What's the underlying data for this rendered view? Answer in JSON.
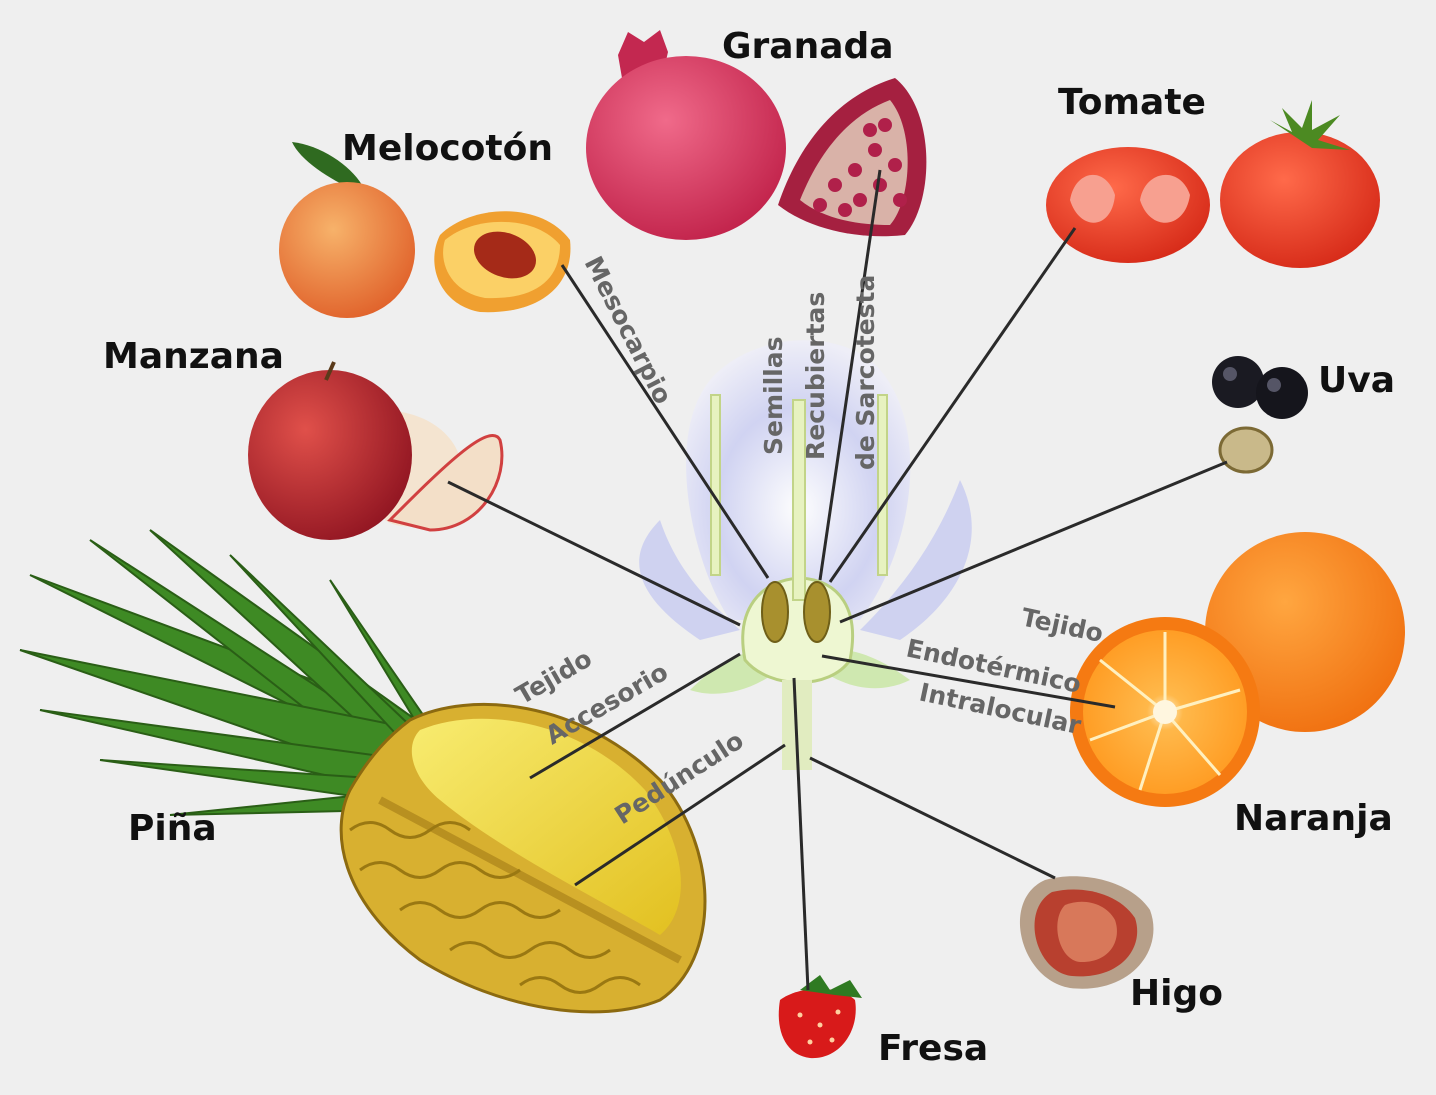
{
  "fruits": {
    "granada": "Granada",
    "melocoton": "Melocotón",
    "tomate": "Tomate",
    "manzana": "Manzana",
    "uva": "Uva",
    "pina": "Piña",
    "naranja": "Naranja",
    "higo": "Higo",
    "fresa": "Fresa"
  },
  "parts": {
    "mesocarpio": "Mesocarpio",
    "semillas": "Semillas",
    "recubiertas": "Recubiertas",
    "de_sarcotesta": "de Sarcotesta",
    "tejido_accesorio_1": "Tejido",
    "tejido_accesorio_2": "Accesorio",
    "pedunculo": "Pedúnculo",
    "tejido_endo_1": "Tejido",
    "tejido_endo_2": "Endotérmico",
    "tejido_endo_3": "Intralocular"
  },
  "colors": {
    "background": "#efefef",
    "leader": "#2a2a2a",
    "fruit_label": "#111111",
    "part_label": "#666666"
  }
}
